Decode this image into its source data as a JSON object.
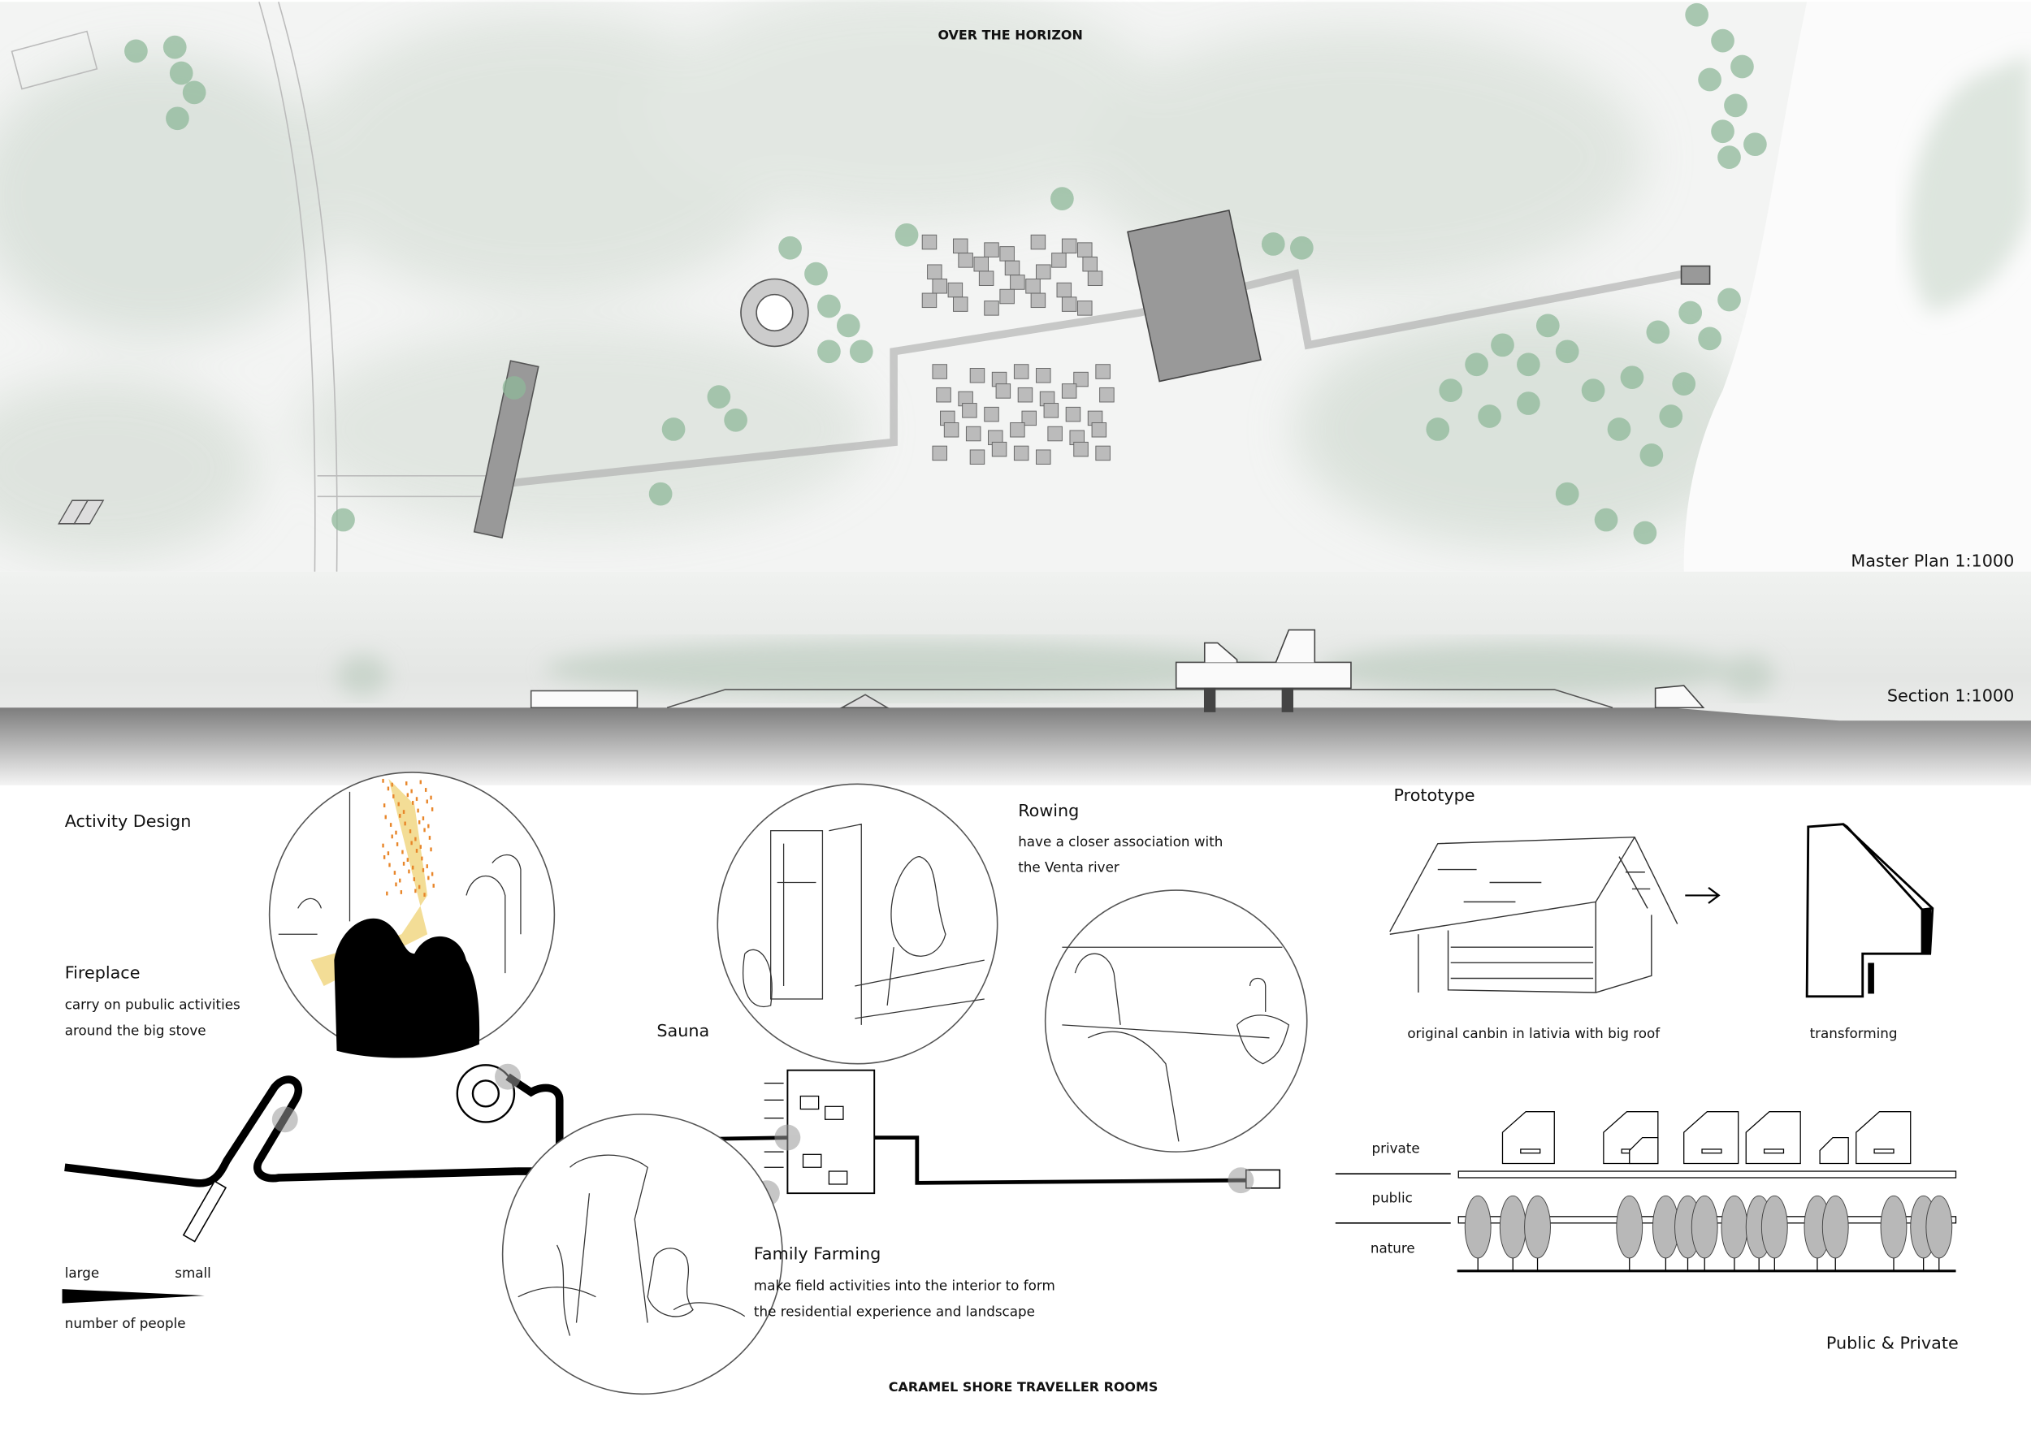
{
  "header": {
    "title": "OVER THE HORIZON"
  },
  "master_plan": {
    "label": "Master Plan 1:1000"
  },
  "section": {
    "label": "Section 1:1000"
  },
  "activity": {
    "heading": "Activity Design",
    "fireplace": {
      "title": "Fireplace",
      "line1": "carry on pubulic activities",
      "line2": "around the big stove"
    },
    "sauna": {
      "title": "Sauna"
    },
    "rowing": {
      "title": "Rowing",
      "line1": "have a closer association with",
      "line2": "the Venta river"
    },
    "farming": {
      "title": "Family Farming",
      "line1": "make field activities into the interior to form",
      "line2": "the residential experience and landscape"
    },
    "legend": {
      "large": "large",
      "small": "small",
      "caption": "number of people"
    }
  },
  "prototype": {
    "heading": "Prototype",
    "cabin_caption": "original canbin in lativia with big roof",
    "transform_caption": "transforming"
  },
  "public_private": {
    "title": "Public & Private",
    "layers": [
      "private",
      "public",
      "nature"
    ]
  },
  "footer": {
    "title": "CARAMEL SHORE TRAVELLER ROOMS"
  },
  "colors": {
    "tree": "#8fb89a",
    "fog": "#e9ecea",
    "ground": "#8a8a8a",
    "fire": "#f3dd96",
    "ember": "#e8862a"
  }
}
